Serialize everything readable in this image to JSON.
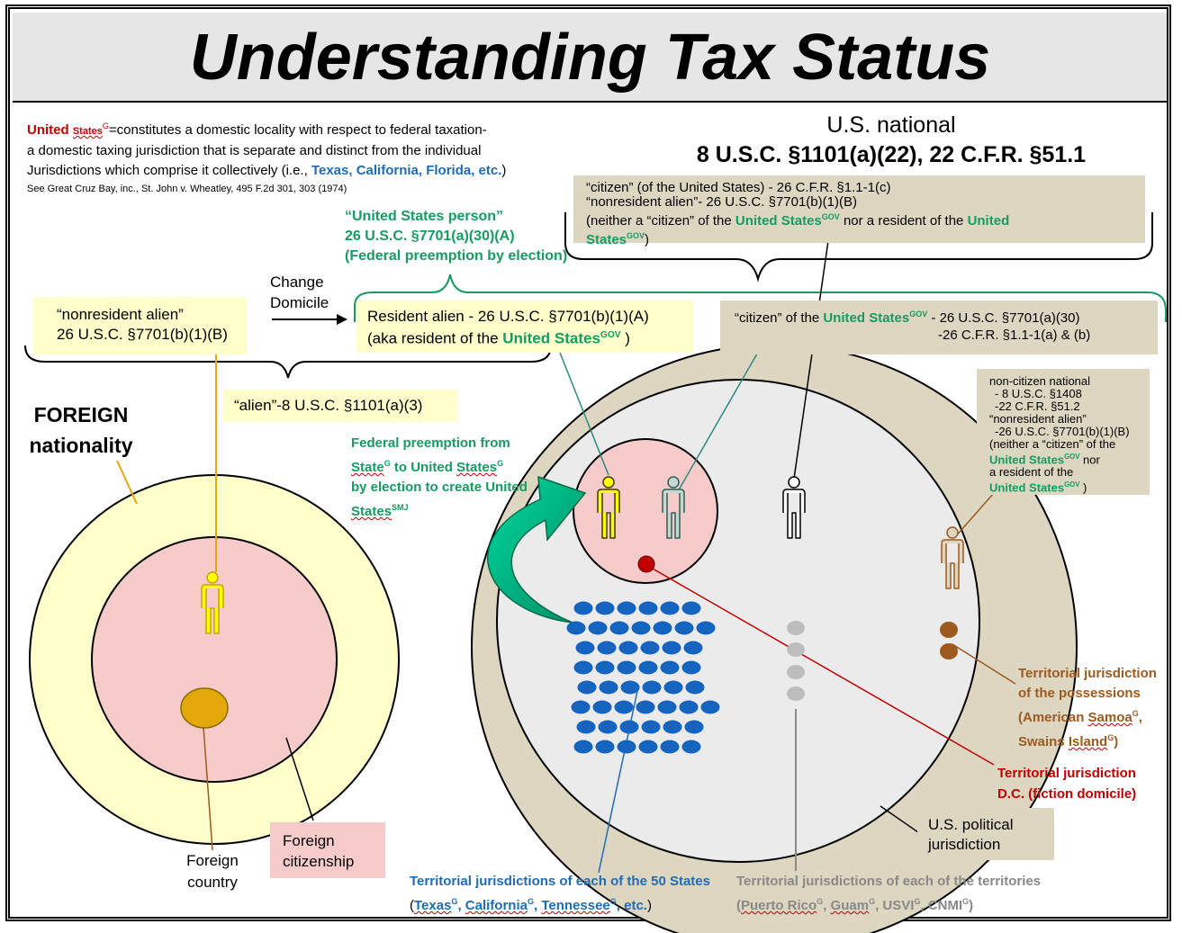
{
  "title": "Understanding Tax Status",
  "definition": {
    "term_red": "United",
    "term_small": "States",
    "term_sup": "G",
    "line1_rest": "=constitutes a domestic locality with respect to federal taxation-",
    "line2": "a domestic taxing jurisdiction that is separate and distinct from the individual",
    "line3_pre": "Jurisdictions which comprise it collectively (i.e., ",
    "line3_states": "Texas, California, Florida, etc.",
    "line3_post": ")",
    "citation": "See Great Cruz Bay, inc., St. John v. Wheatley, 495 F.2d 301, 303 (1974)"
  },
  "us_national": {
    "title": "U.S. national",
    "cite": "8 U.S.C. §1101(a)(22), 22 C.F.R. §51.1"
  },
  "national_box": {
    "line1": "“citizen” (of the United States) - 26 C.F.R. §1.1-1(c)",
    "line2": "“nonresident alien”- 26 U.S.C. §7701(b)(1)(B)",
    "line3_pre": "(neither a “citizen” of the ",
    "us": "United States",
    "gov": "GOV",
    "line3_mid": "  nor a resident of the ",
    "us2_a": "United",
    "us2_b": "States",
    "line4_post": ")"
  },
  "us_person": {
    "line1": "“United States person”",
    "line2": "26 U.S.C. §7701(a)(30)(A)",
    "line3": "(Federal preemption by election)"
  },
  "change_domicile": {
    "line1": "Change",
    "line2": "Domicile"
  },
  "nra_box": {
    "line1": "“nonresident alien”",
    "line2": "26 U.S.C. §7701(b)(1)(B)"
  },
  "resident_box": {
    "line1": "Resident alien - 26 U.S.C. §7701(b)(1)(A)",
    "line2_pre": "(aka resident of the ",
    "us": "United States",
    "gov": "GOV",
    "line2_post": " )"
  },
  "citizen_box": {
    "pre": "“citizen” of the ",
    "us": "United States",
    "gov": "GOV",
    "cite1": "  - 26 U.S.C. §7701(a)(30)",
    "cite2": "-26 C.F.R. §1.1-1(a) & (b)"
  },
  "alien_box": "“alien”-8 U.S.C. §1101(a)(3)",
  "foreign_nationality": {
    "line1": "FOREIGN",
    "line2": "nationality"
  },
  "preemption": {
    "line1": "Federal preemption from",
    "l2_state": "State",
    "l2_sup": "G",
    "l2_mid": " to United ",
    "l2_states": "States",
    "l2_sup2": "G",
    "line3": "by election to create United",
    "l4_states": "States",
    "l4_sup": "SMJ"
  },
  "noncitizen_box": {
    "line1": "non-citizen national",
    "line2": "- 8 U.S.C. §1408",
    "line3": "-22 C.F.R. §51.2",
    "line4": "“nonresident alien”",
    "line5": "-26 U.S.C. §7701(b)(1)(B)",
    "line6": "(neither a “citizen” of the",
    "us": "United States",
    "gov": "GOV",
    "nor": "  nor",
    "line8": "a resident of the",
    "close": " )"
  },
  "possessions": {
    "line1": "Territorial jurisdiction",
    "line2": "of the possessions",
    "l3_pre": "(American ",
    "l3_samoa": "Samoa",
    "sup": "G",
    "l3_post": ",",
    "l4_pre": "Swains ",
    "l4_island": "Island",
    "l4_post": ")"
  },
  "dc": {
    "line1": "Territorial jurisdiction",
    "line2": "D.C. (fiction domicile)"
  },
  "political_box": {
    "line1": "U.S. political",
    "line2": "jurisdiction"
  },
  "foreign_country": {
    "line1": "Foreign",
    "line2": "country"
  },
  "foreign_citizenship": {
    "line1": "Foreign",
    "line2": "citizenship"
  },
  "states_label": {
    "line1": "Territorial jurisdictions of each of the 50 States",
    "open": "(",
    "texas": "Texas",
    "california": "California",
    "tennessee": "Tennessee",
    "sup": "G",
    "etc": ", etc.",
    "close": ")"
  },
  "territories_label": {
    "line1": "Territorial jurisdictions of each of the territories",
    "open": "(",
    "pr": "Puerto Rico",
    "guam": "Guam",
    "usvi": "USVI",
    "cnmi": "CNMI",
    "sup": "G",
    "close": ")"
  },
  "colors": {
    "green": "#169b62",
    "red": "#c00000",
    "blue": "#1f6cb4",
    "brown": "#9c5a1e",
    "yellow_box": "#ffffcc",
    "tan_box": "#ddd6c1",
    "pink": "#f8cbcb"
  }
}
